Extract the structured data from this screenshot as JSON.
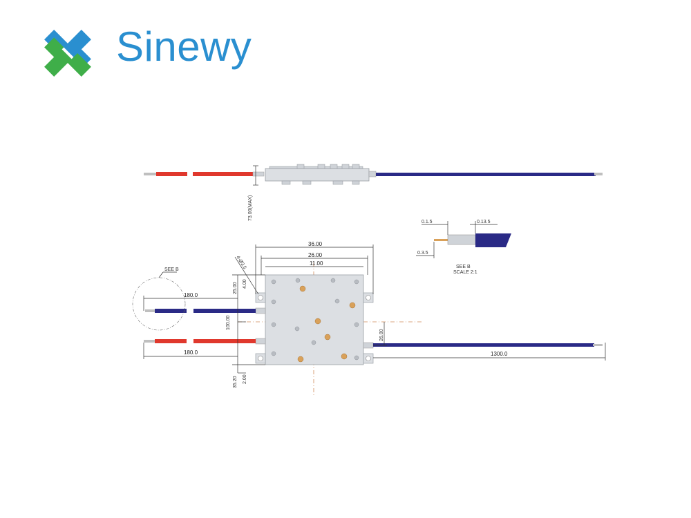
{
  "brand": {
    "name": "Sinewy",
    "color_blue": "#2a8fd0",
    "color_green": "#3fae49"
  },
  "drawing": {
    "colors": {
      "red_cable": "#e0382d",
      "blue_cable": "#2a2a86",
      "housing": "#dcdfe3",
      "screw": "#d9a15a"
    },
    "dimensions": {
      "overall_width": "36.00",
      "inner_width": "26.00",
      "hole_width": "11.00",
      "left_cable_top": "180.0",
      "left_cable_bottom": "180.0",
      "right_cable": "1300.0",
      "height_offset": "25.00",
      "vertical_mid": "100.00",
      "right_offset": "26.00",
      "top_vert_a": "25.00",
      "top_vert_b": "4.00",
      "bottom_vert_a": "35.20",
      "bottom_vert_b": "2.00",
      "side_label": "73.00(MAX)",
      "hole_label": "4-Ø3.5",
      "detail_label": "SEE B",
      "coax_dim_1": "0.1.5",
      "coax_dim_2": "0.13.5",
      "coax_dim_3": "0.3.5",
      "detail_caption_1": "SEE B",
      "detail_caption_2": "SCALE 2:1"
    }
  }
}
